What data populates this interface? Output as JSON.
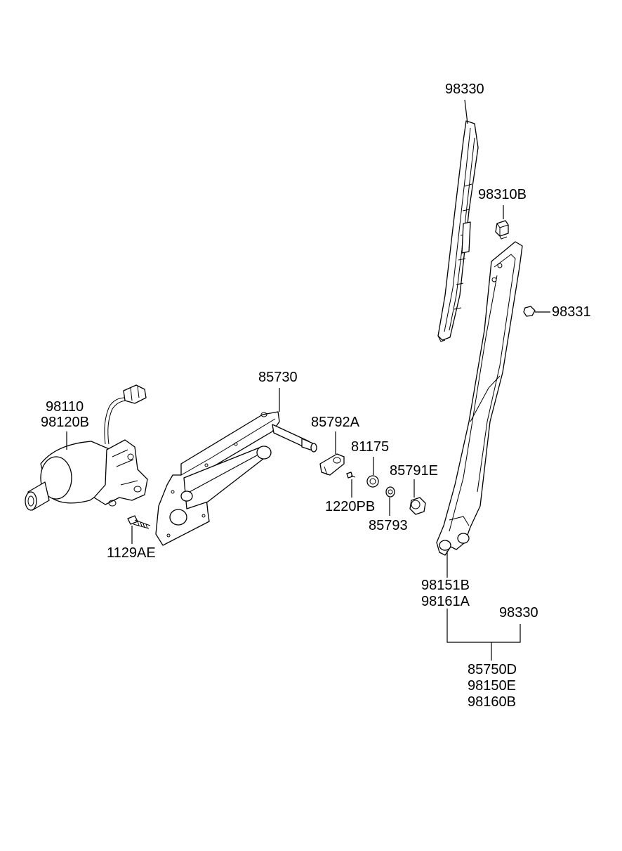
{
  "labels": {
    "blade_top": "98330",
    "blade_clip": "98310B",
    "arm_nut": "98331",
    "linkage": "85730",
    "motor_line1": "98110",
    "motor_line2": "98120B",
    "washer_plate": "85792A",
    "nut_81175": "81175",
    "cap": "85791E",
    "screw_small": "1220PB",
    "washer_85793": "85793",
    "bolt": "1129AE",
    "arm_line1": "98151B",
    "arm_line2": "98161A",
    "blade_assy": "98330",
    "assy_line1": "85750D",
    "assy_line2": "98150E",
    "assy_line3": "98160B"
  }
}
